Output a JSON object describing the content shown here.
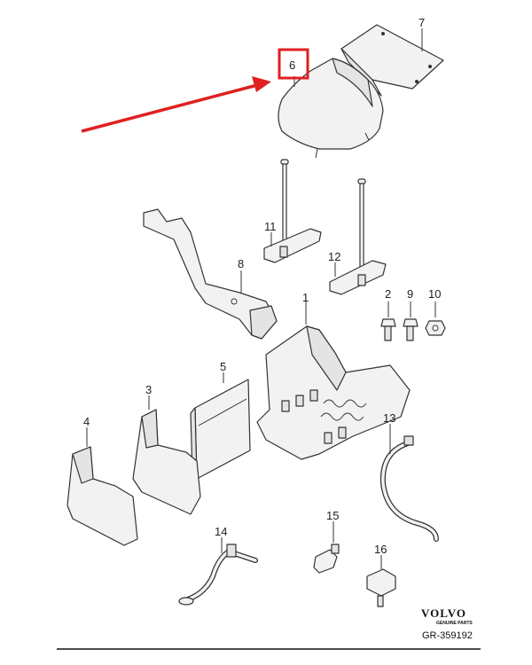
{
  "diagram": {
    "callouts": [
      {
        "id": "1",
        "label": "1"
      },
      {
        "id": "2",
        "label": "2"
      },
      {
        "id": "3",
        "label": "3"
      },
      {
        "id": "4",
        "label": "4"
      },
      {
        "id": "5",
        "label": "5"
      },
      {
        "id": "6",
        "label": "6"
      },
      {
        "id": "7",
        "label": "7"
      },
      {
        "id": "8",
        "label": "8"
      },
      {
        "id": "9",
        "label": "9"
      },
      {
        "id": "10",
        "label": "10"
      },
      {
        "id": "11",
        "label": "11"
      },
      {
        "id": "12",
        "label": "12"
      },
      {
        "id": "13",
        "label": "13"
      },
      {
        "id": "14",
        "label": "14"
      },
      {
        "id": "15",
        "label": "15"
      },
      {
        "id": "16",
        "label": "16"
      }
    ],
    "highlight_color": "#e02020",
    "brand": {
      "name": "VOLVO",
      "subtitle": "GENUINE PARTS"
    },
    "reference": "GR-359192"
  }
}
